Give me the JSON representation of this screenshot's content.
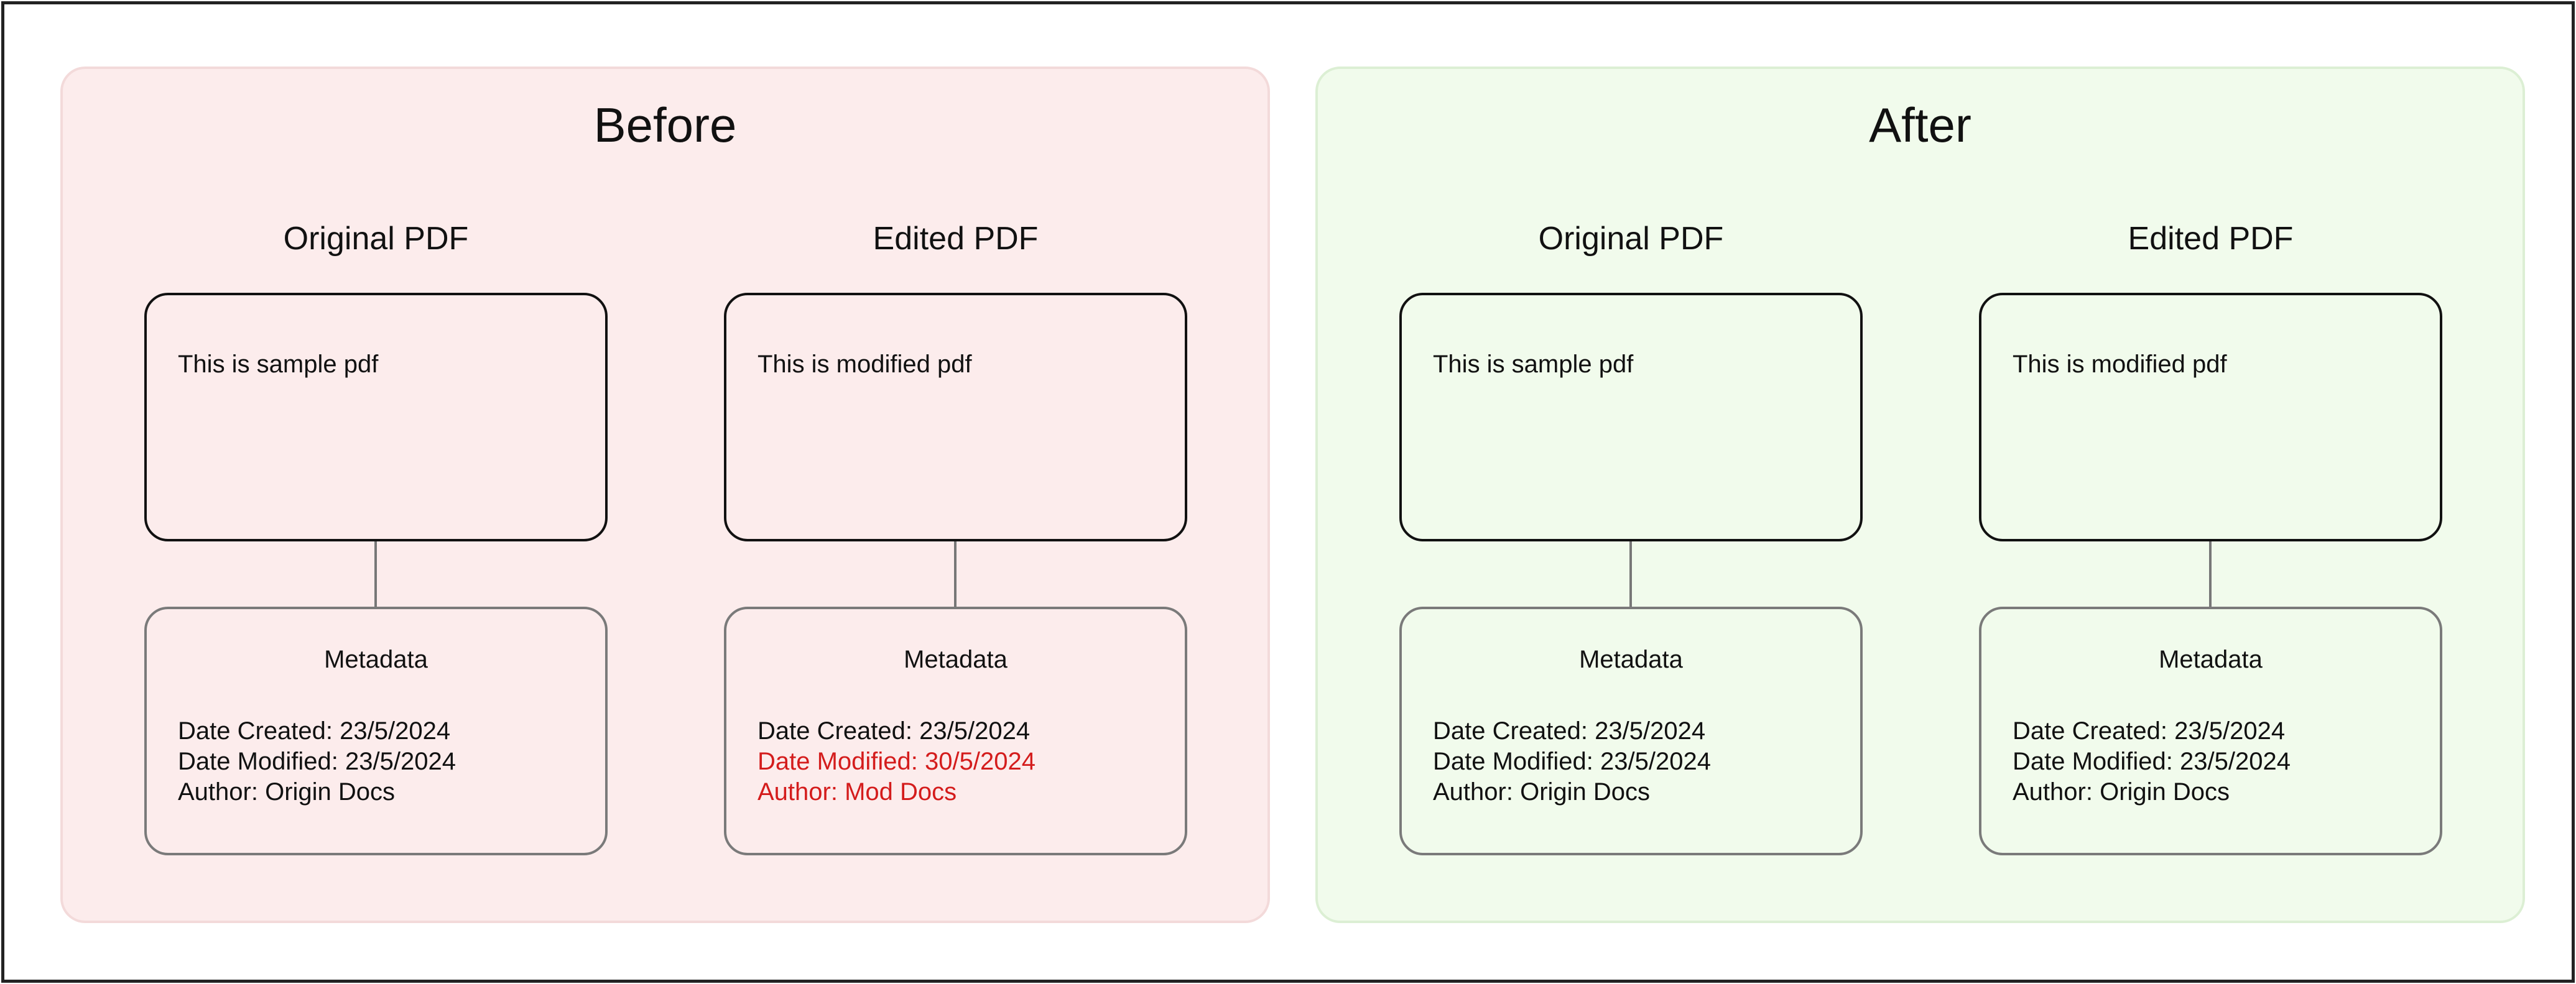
{
  "colors": {
    "before_bg": "#fcecec",
    "after_bg": "#f1fbec",
    "changed_text": "#d41c1c"
  },
  "panels": [
    {
      "title": "Before",
      "columns": [
        {
          "title": "Original PDF",
          "doc_text": "This is sample pdf",
          "metadata": {
            "title": "Metadata",
            "date_created": "Date Created: 23/5/2024",
            "date_modified": "Date Modified: 23/5/2024",
            "author": "Author: Origin Docs"
          }
        },
        {
          "title": "Edited PDF",
          "doc_text": "This is modified pdf",
          "metadata": {
            "title": "Metadata",
            "date_created": "Date Created: 23/5/2024",
            "date_modified": "Date Modified: 30/5/2024",
            "author": "Author: Mod Docs"
          }
        }
      ]
    },
    {
      "title": "After",
      "columns": [
        {
          "title": "Original PDF",
          "doc_text": "This is sample pdf",
          "metadata": {
            "title": "Metadata",
            "date_created": "Date Created: 23/5/2024",
            "date_modified": "Date Modified: 23/5/2024",
            "author": "Author: Origin Docs"
          }
        },
        {
          "title": "Edited PDF",
          "doc_text": "This is modified pdf",
          "metadata": {
            "title": "Metadata",
            "date_created": "Date Created: 23/5/2024",
            "date_modified": "Date Modified: 23/5/2024",
            "author": "Author: Origin Docs"
          }
        }
      ]
    }
  ]
}
